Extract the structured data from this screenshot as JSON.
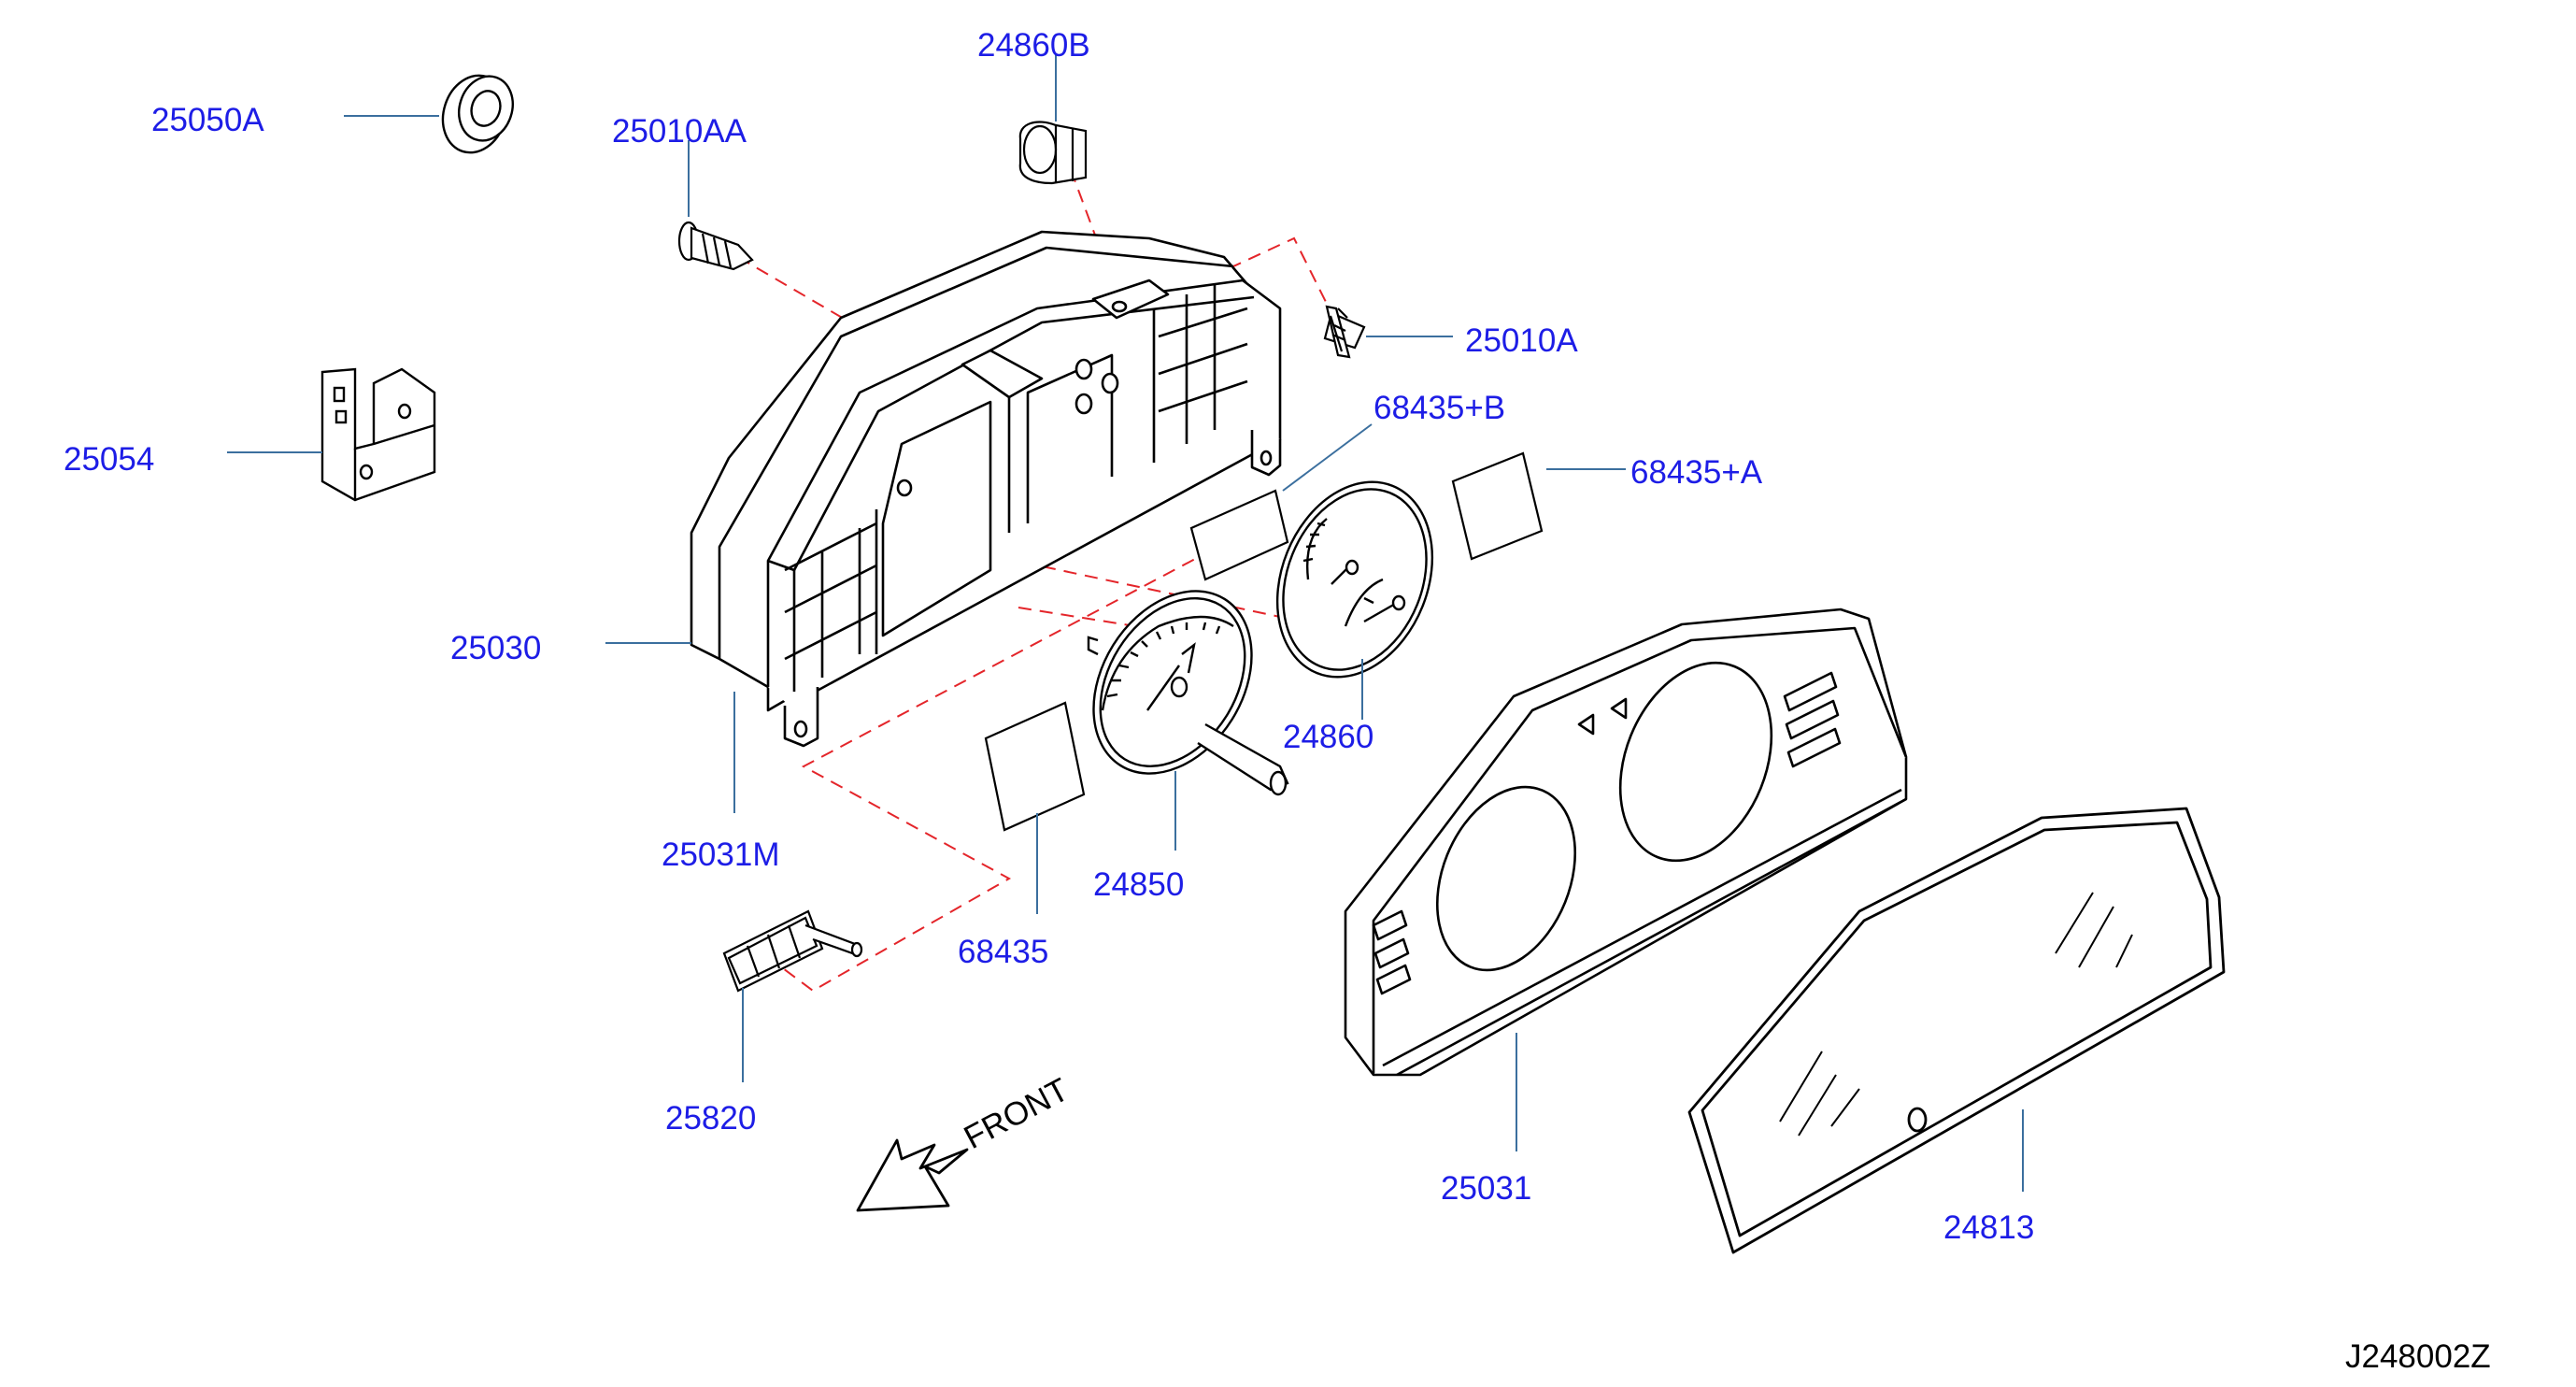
{
  "colors": {
    "label": "#1d1de6",
    "leader": "#3b6f9e",
    "dash": "#e4252a",
    "ink": "#000000",
    "background": "#ffffff"
  },
  "parts": [
    {
      "id": "25050A",
      "label": "25050A"
    },
    {
      "id": "25010AA",
      "label": "25010AA"
    },
    {
      "id": "24860B",
      "label": "24860B"
    },
    {
      "id": "25010A",
      "label": "25010A"
    },
    {
      "id": "25054",
      "label": "25054"
    },
    {
      "id": "68435B",
      "label": "68435+B"
    },
    {
      "id": "68435A",
      "label": "68435+A"
    },
    {
      "id": "25030",
      "label": "25030"
    },
    {
      "id": "24860",
      "label": "24860"
    },
    {
      "id": "25031M",
      "label": "25031M"
    },
    {
      "id": "24850",
      "label": "24850"
    },
    {
      "id": "68435",
      "label": "68435"
    },
    {
      "id": "25820",
      "label": "25820"
    },
    {
      "id": "25031",
      "label": "25031"
    },
    {
      "id": "24813",
      "label": "24813"
    }
  ],
  "direction_label": "FRONT",
  "diagram_code": "J248002Z"
}
